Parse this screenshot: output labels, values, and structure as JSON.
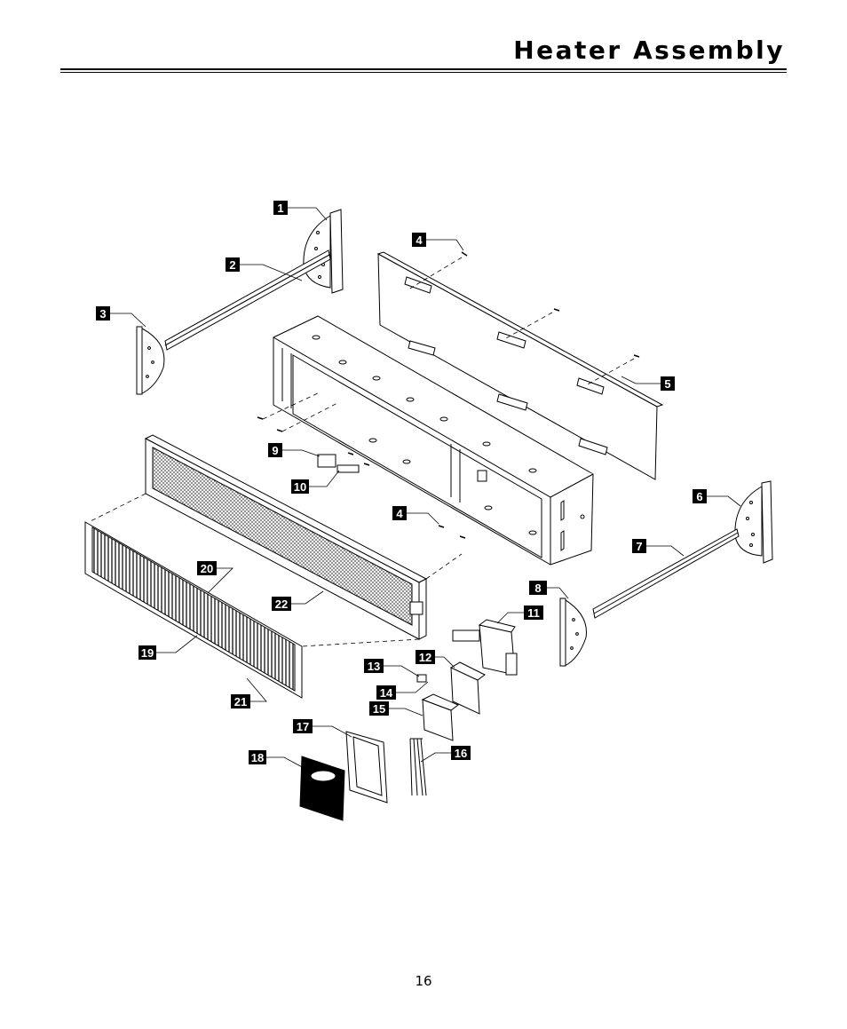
{
  "header": {
    "title": "Heater Assembly"
  },
  "callouts": [
    "1",
    "2",
    "3",
    "4",
    "4",
    "5",
    "6",
    "7",
    "8",
    "9",
    "10",
    "11",
    "12",
    "13",
    "14",
    "15",
    "16",
    "17",
    "18",
    "19",
    "20",
    "21",
    "22"
  ],
  "footer": {
    "page_number": "16"
  }
}
